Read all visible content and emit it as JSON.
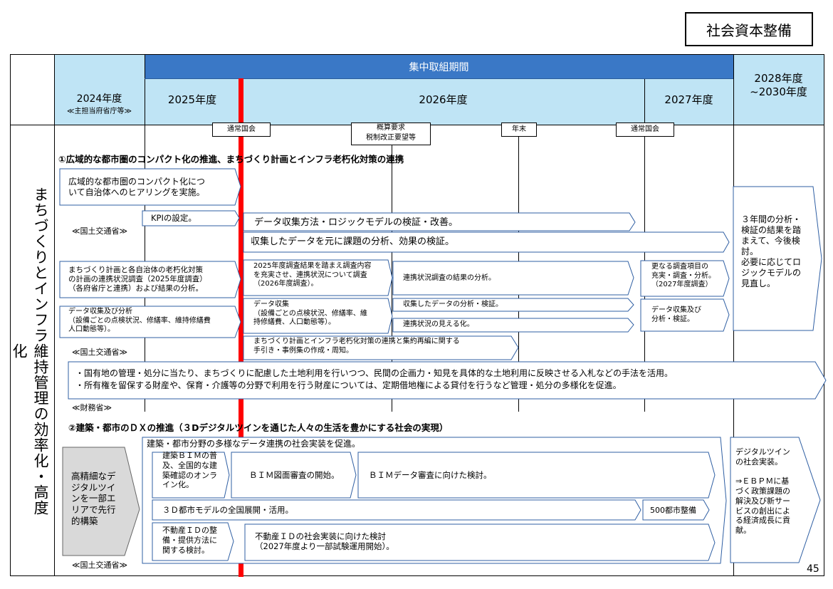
{
  "category": "社会資本整備",
  "page_number": "45",
  "header": {
    "focus_period": "集中取組期間",
    "fy2024": "2024年度",
    "fy2024_sub": "≪主担当府省庁等≫",
    "fy2025": "2025年度",
    "fy2026": "2026年度",
    "fy2027": "2027年度",
    "fy2028": "2028年度\n~2030年度"
  },
  "row_label": "まちづくりとインフラ維持管理の効率化・高度化",
  "milestones": {
    "m1": "通常国会",
    "m2": "概算要求\n税制改正要望等",
    "m3": "年末",
    "m4": "通常国会"
  },
  "section1": {
    "title": "①広域的な都市圏のコンパクト化の推進、まちづくり計画とインフラ老朽化対策の連携",
    "a1": "広域的な都市圏のコンパクト化につ\nいて自治体へのヒアリングを実施。",
    "a2": "KPIの設定。",
    "a3": "データ収集方法・ロジックモデルの検証・改善。",
    "a4": "収集したデータを元に課題の分析、効果の検証。",
    "ministry1": "≪国土交通省≫",
    "b1": "まちづくり計画と各自治体の老朽化対策\nの計画の連携状況調査（2025年度調査）\n（各府省庁と連携）および結果の分析。",
    "b2": "2025年度調査結果を踏まえ調査内容\nを充実させ、連携状況について調査\n（2026年度調査）。",
    "b3": "連携状況調査の結果の分析。",
    "b4": "更なる調査項目の\n充実・調査・分析。\n（2027年度調査）",
    "c1": "データ収集及び分析\n（設備ごとの点検状況、修繕率、維持修繕費\n人口動態等）。",
    "c2": "データ収集\n（設備ごとの点検状況、修繕率、維\n持修繕費、人口動態等）。",
    "c3": "収集したデータの分析・検証。",
    "c4": "連携状況の見える化。",
    "c5": "データ収集及び\n分析・検証。",
    "ministry2": "≪国土交通省≫",
    "d1": "まちづくり計画とインフラ老朽化対策の連携と集約再編に関する\n手引き・事例集の作成・周知。",
    "e1": "・国有地の管理・処分に当たり、まちづくりに配慮した土地利用を行いつつ、民間の企画力・知見を具体的な土地利用に反映させる入札などの手法を活用。\n・所有権を留保する財産や、保育・介護等の分野で利用を行う財産については、定期借地権による貸付を行うなど管理・処分の多様化を促進。",
    "ministry3": "≪財務省≫",
    "outcome": "３年間の分析・\n検証の結果を踏\nまえて、今後検\n討。\n必要に応じてロ\nジックモデルの\n見直し。"
  },
  "section2": {
    "title": "②建築・都市のＤＸの推進（３Dデジタルツインを通じた人々の生活を豊かにする社会の実現）",
    "left_box": "高精細なデ\nジタルツイ\nンを一部エ\nリアで先行\n的構築",
    "f0": "建築・都市分野の多様なデータ連携の社会実装を促進。",
    "f1": "建築ＢＩＭの普\n及、全国的な建\n築確認のオンラ\nイン化。",
    "f2": "ＢＩＭ図面審査の開始。",
    "f3": "ＢＩＭデータ審査に向けた検討。",
    "g1": "３Ｄ都市モデルの全国展開・活用。",
    "g2": "500都市整備",
    "h1": "不動産ＩＤの整\n備・提供方法に\n関する検討。",
    "h2": "不動産ＩＤの社会実装に向けた検討\n（2027年度より一部試験運用開始）。",
    "ministry4": "≪国土交通省≫",
    "outcome": "デジタルツイン\nの社会実装。\n\n⇒ＥＢＰＭに基\nづく政策課題の\n解決及び新サー\nビスの創出によ\nる経済成長に貢\n献。"
  },
  "colors": {
    "header_light": "#bfe4f5",
    "header_dark": "#3a78c6",
    "arrow_border": "#2f5fa3",
    "red_line": "#ff0000",
    "gray_box": "#d9d9d9"
  }
}
